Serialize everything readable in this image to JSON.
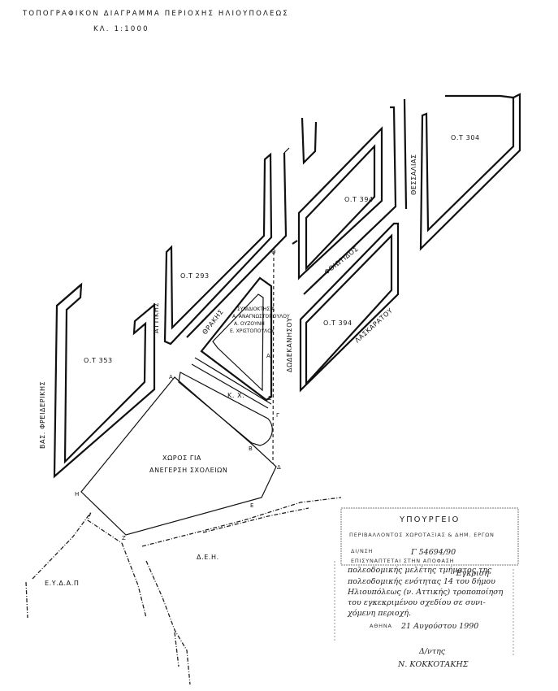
{
  "title": {
    "line1": "ΤΟΠΟΓΡΑΦΙΚΟΝ ΔΙΑΓΡΑΜΜΑ ΠΕΡΙΟΧΗΣ ΗΛΙΟΥΠΟΛΕΩΣ",
    "scale": "ΚΛ. 1:1000"
  },
  "blocks": {
    "ot_353": "Ο.Τ 353",
    "ot_293": "Ο.Τ 293",
    "ot_394_upper": "Ο.Τ 394",
    "ot_394_lower": "Ο.Τ 394",
    "ot_304": "Ο.Τ 304"
  },
  "streets": {
    "frideriki": "ΒΑΣ. ΦΡΕΙΔΕΡΙΚΗΣ",
    "attikis": "ΑΤΤΙΚΗΣ",
    "thrakis": "ΘΡΑΚΗΣ",
    "dodekanisou": "ΔΩΔΕΚΑΝΗΣΟΥ",
    "fthiotidos": "ΦΘΙΩΤΙΔΟΣ",
    "laskaratou": "ΛΑΣΚΑΡΑΤΟΥ",
    "thessalias": "ΘΕΣΣΑΛΙΑΣ"
  },
  "parcels": {
    "joint_ownership": [
      "ΣΥΝΙΔΙΟΚΤΗΣΙΑ",
      "Α. ΑΝΑΓΝΩΣΤΟΠΟΥΛΟΥ",
      "Α. ΟΥΖΟΥΝΗ",
      "Ε. ΧΡΙΣΤΟΠΟΥΛΟΥ"
    ],
    "kx": "Κ. Χ.",
    "school_area": [
      "ΧΩΡΟΣ ΓΙΑ",
      "ΑΝΕΓΕΡΣΗ ΣΧΟΛΕΙΩΝ"
    ],
    "eydap": "Ε.Υ.Δ.Α.Π",
    "dei": "Δ.Ε.Η."
  },
  "points": {
    "A": "Α",
    "B": "Β",
    "G": "Γ",
    "D": "Δ",
    "E": "Ε",
    "Z": "Ζ",
    "H": "Η",
    "Th": "Θ",
    "A2": "Α",
    "E2": "Ε"
  },
  "stamp": {
    "heading": "ΥΠΟΥΡΓΕΙΟ",
    "ministry": "ΠΕΡΙΒΑΛΛΟΝΤΟΣ ΧΩΡΟΤΑΞΙΑΣ & ΔΗΜ. ΕΡΓΩΝ",
    "small_left": "ΔΙ/ΝΣΗ",
    "protocol": "Γ 54694/90",
    "small_line2": "ΕΠΙΣΥΝΑΠΤΕΤΑΙ ΣΤΗΝ ΑΠΟΦΑΣΗ",
    "text_lines": [
      "πολεοδομικής μελέτης τμήματος της",
      "πολεοδομικής ενότητας 14 του δήμου",
      "Ηλιουπόλεως (ν. Αττικής) τροποποίηση",
      "του εγκεκριμένου σχεδίου σε συνι-",
      "χόμενη περιοχή."
    ],
    "approval": "Έγκριση",
    "date_prefix": "ΑΘΗΝΑ",
    "date": "21 Αυγούστου 1990",
    "signature": "Δ/ντης",
    "signer": "Ν. ΚΟΚΚΟΤΑΚΗΣ"
  }
}
